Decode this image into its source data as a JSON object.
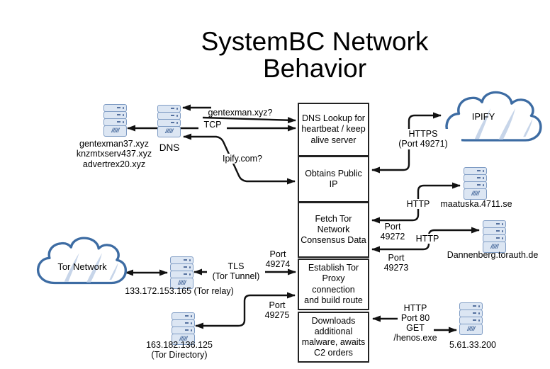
{
  "title": "SystemBC Network Behavior",
  "boxes": {
    "dns_lookup": "DNS Lookup for\nheartbeat / keep\nalive server",
    "obtains_ip": "Obtains Public IP",
    "fetch_consensus": "Fetch Tor\nNetwork\nConsensus Data",
    "establish_proxy": "Establish Tor\nProxy connection\nand build route",
    "downloads_malware": "Downloads\nadditional\nmalware, awaits\nC2 orders"
  },
  "clouds": {
    "ipify": "IPIFY",
    "tor": "Tor Network"
  },
  "servers": {
    "malicious_domains": "gentexman37.xyz\nknzmtxserv437.xyz\nadvertrex20.xyz",
    "dns": "DNS",
    "maatuska": "maatuska.4711.se",
    "dannenberg": "Dannenberg.torauth.de",
    "henos": "5.61.33.200",
    "tor_relay": "133.172.153.165 (Tor relay)",
    "tor_directory": "163.182.136.125\n(Tor Directory)"
  },
  "edge_labels": {
    "dns_query": "gentexman.xyz?",
    "tcp": "TCP",
    "ipify_query": "Ipify.com?",
    "https_port": "HTTPS\n(Port 49271)",
    "http_maatuska": "HTTP",
    "port_49272": "Port\n49272",
    "http_dannenberg": "HTTP",
    "port_49273": "Port\n49273",
    "tls_tunnel": "TLS\n(Tor Tunnel)",
    "port_49274": "Port\n49274",
    "port_49275": "Port\n49275",
    "http_get": "HTTP\nPort 80\nGET\n/henos.exe"
  },
  "palette": {
    "cloud_border": "#3D6CA3",
    "cloud_shade": "#C7D5E9",
    "server_fill": "#DCE6F3",
    "server_border": "#7F9CC4",
    "arrow": "#111111",
    "box_border": "#222222",
    "background": "#FFFFFF"
  }
}
